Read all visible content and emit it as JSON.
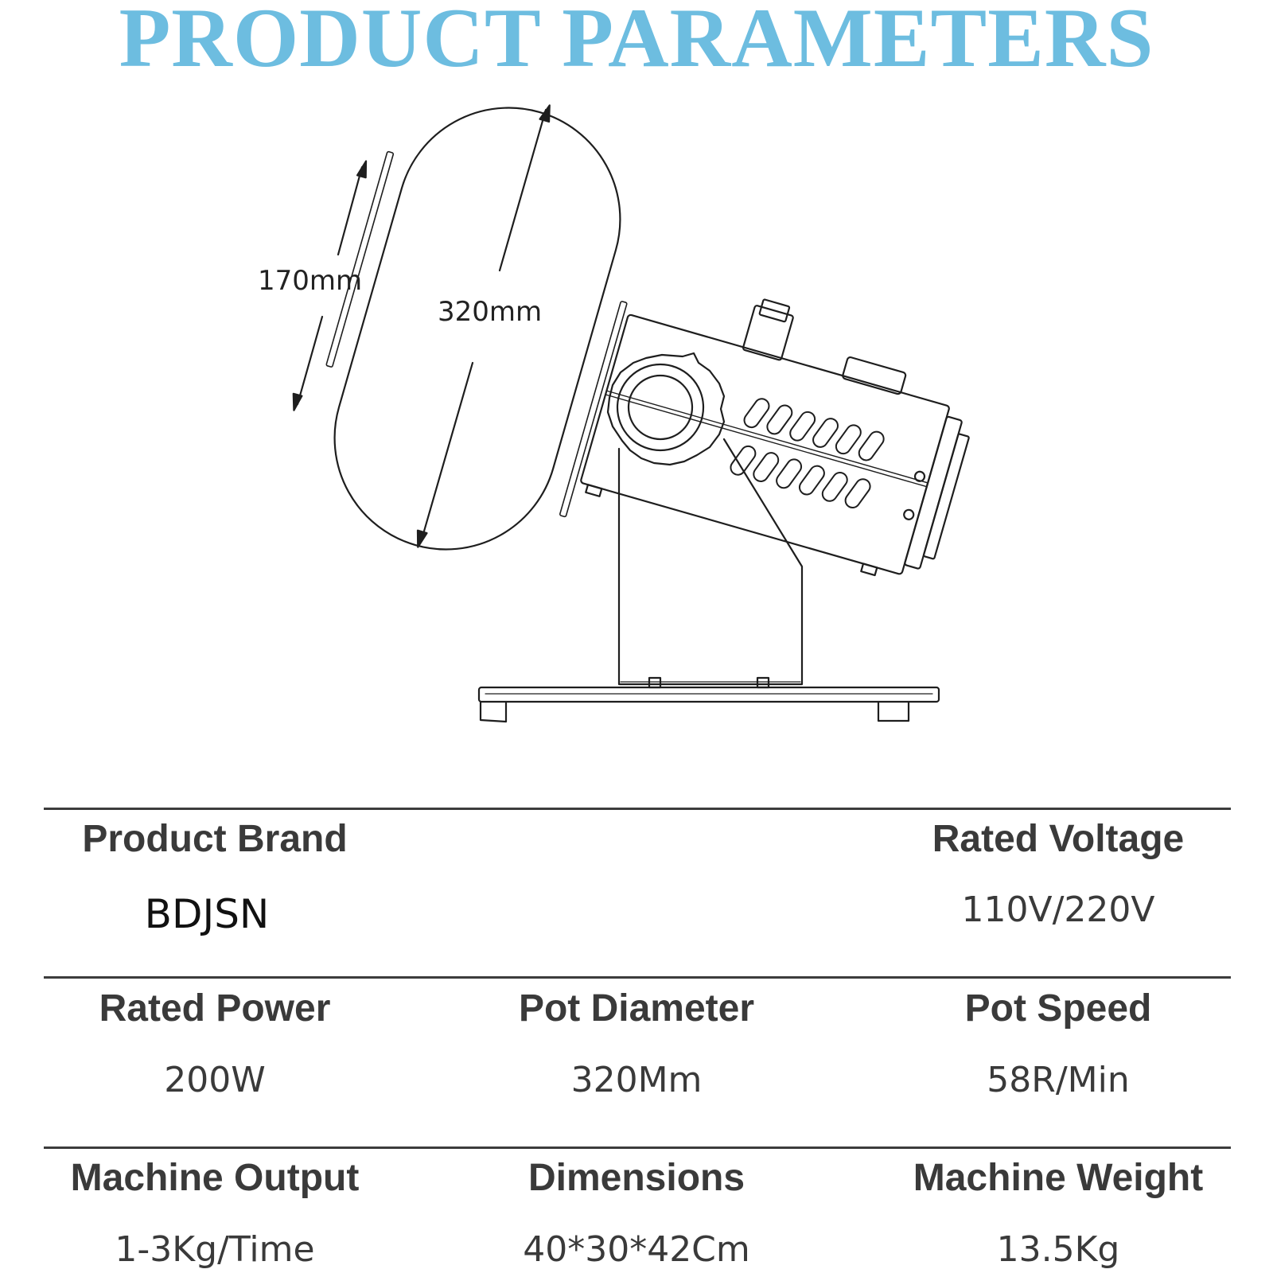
{
  "header": {
    "title": "PRODUCT PARAMETERS",
    "title_color": "#6dbde0"
  },
  "diagram": {
    "depth_label": "170mm",
    "diameter_label": "320mm"
  },
  "specs": {
    "rows": [
      [
        {
          "label": "Product Brand",
          "value": "BDJSN"
        },
        {
          "label": "",
          "value": ""
        },
        {
          "label": "Rated Voltage",
          "value": "110V/220V"
        }
      ],
      [
        {
          "label": "Rated Power",
          "value": "200W"
        },
        {
          "label": "Pot Diameter",
          "value": "320Mm"
        },
        {
          "label": "Pot Speed",
          "value": "58R/Min"
        }
      ],
      [
        {
          "label": "Machine Output",
          "value": "1-3Kg/Time"
        },
        {
          "label": "Dimensions",
          "value": "40*30*42Cm"
        },
        {
          "label": "Machine Weight",
          "value": "13.5Kg"
        }
      ]
    ]
  },
  "colors": {
    "text": "#3a3a3a",
    "rule": "#3c3c3c"
  }
}
